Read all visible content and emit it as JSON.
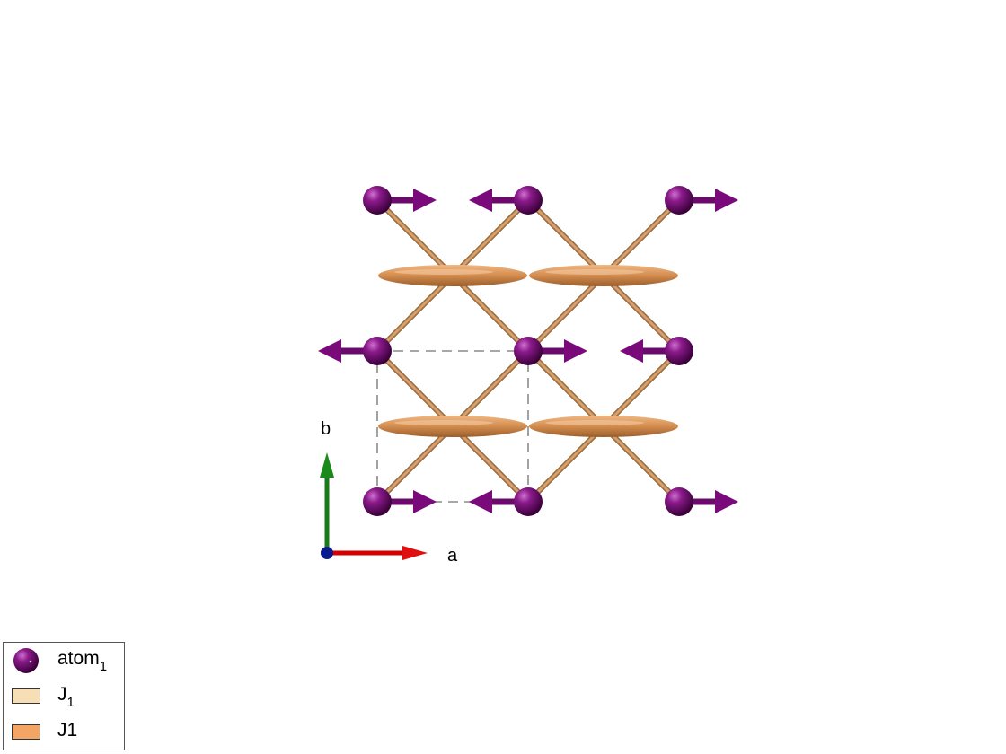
{
  "axes": {
    "a_label": "a",
    "b_label": "b",
    "a_color": "#d40000",
    "b_color": "#1a7a1a",
    "c_color": "#0a1a8c"
  },
  "colors": {
    "atom": "#7a0a7a",
    "bond": "#c8925a",
    "exchange_ellipse": "#d9955a",
    "cell": "#888888"
  },
  "legend": {
    "items": [
      {
        "name": "atom",
        "subscript": "1",
        "icon": "atom-sphere-icon",
        "color": "#6a0a6a"
      },
      {
        "name": "J",
        "subscript": "1",
        "icon": "swatch",
        "color": "#f7deb5"
      },
      {
        "name": "J1",
        "subscript": "",
        "icon": "swatch",
        "color": "#f2a564"
      }
    ]
  },
  "structure": {
    "atoms": [
      {
        "col": 0,
        "row": 0,
        "spin": "+a"
      },
      {
        "col": 1,
        "row": 0,
        "spin": "-a"
      },
      {
        "col": 2,
        "row": 0,
        "spin": "+a"
      },
      {
        "col": 0,
        "row": 1,
        "spin": "-a"
      },
      {
        "col": 1,
        "row": 1,
        "spin": "+a"
      },
      {
        "col": 2,
        "row": 1,
        "spin": "-a"
      },
      {
        "col": 0,
        "row": 2,
        "spin": "+a"
      },
      {
        "col": 1,
        "row": 2,
        "spin": "-a"
      },
      {
        "col": 2,
        "row": 2,
        "spin": "+a"
      }
    ]
  }
}
